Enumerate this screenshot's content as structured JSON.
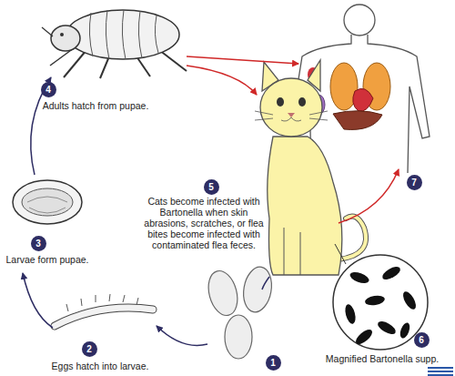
{
  "diagram": {
    "labels": [
      "4",
      "Adults hatch from pupae.",
      "5",
      "Cats become infected with Bartonella when skin abrasions, scratches, or flea bites become infected with contaminated flea feces.",
      "3",
      "Larvae form pupae.",
      "2",
      "Eggs hatch into larvae.",
      "1",
      "6",
      "Magnified Bartonella supp.",
      "7"
    ]
  }
}
